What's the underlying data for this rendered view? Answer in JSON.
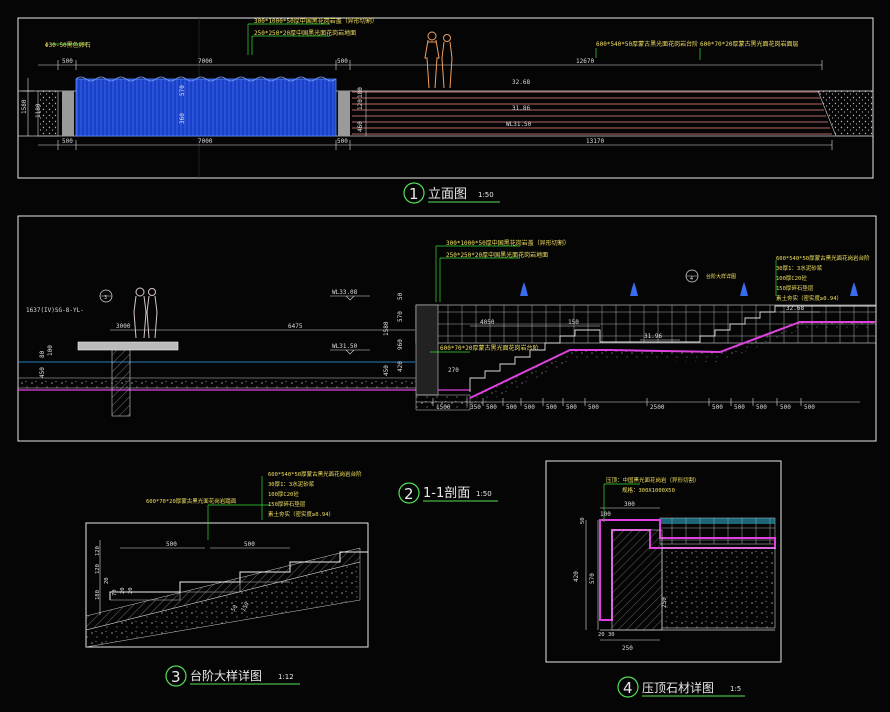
{
  "colors": {
    "background": "#050505",
    "frame": "#e8e8e8",
    "dim": "#d8d8d8",
    "note": "#f0e060",
    "leader": "#33dd33",
    "water": "#1d4bd6",
    "stair": "#e040e0",
    "pink": "#e88",
    "grid": "#c8c8c8",
    "cyan": "#38c8e8",
    "title_circle": "#55e055"
  },
  "elevation": {
    "title_num": "1",
    "title_text": "立面图",
    "title_scale": "1:50",
    "top_label_left": "Φ30-50黑色卵石",
    "note_a": "300*1000*50厚中国黑花岗岩盖（异形切割）",
    "note_b": "250*250*20厚中国黑光面花岗岩地面",
    "note_c": "600*540*50厚蒙古黑光面花岗岩台阶",
    "note_d": "600*70*20厚蒙古黑光面花岗岩面层",
    "dim_top": [
      "500",
      "7000",
      "500",
      "12670"
    ],
    "dim_bottom": [
      "500",
      "7000",
      "500",
      "13170"
    ],
    "level_a": "32.68",
    "level_b": "31.86",
    "level_c": "WL31.50",
    "side_dims": [
      "1580",
      "1180",
      "570",
      "360",
      "120",
      "180",
      "460"
    ]
  },
  "section": {
    "title_num": "2",
    "title_text": "1-1剖面",
    "title_scale": "1:50",
    "note_a": "300*1000*50厚中国黑花岗岩盖（异形切割）",
    "note_b": "250*250*20厚中国黑光面花岗岩地面",
    "note_c": "600*70*20厚蒙古黑光面花岗岩台阶",
    "left_tag": "1637(IV)SG-8-YL-",
    "callout_ref": "3",
    "callout_ref2": "4",
    "callout_tag": "台阶大样详图",
    "layers": [
      "600*540*50厚蒙古黑光面花岗岩台阶",
      "30厚1：3水泥砂浆",
      "100厚C20砼",
      "150厚碎石垫层",
      "素土夯实（密实度≥0.94）"
    ],
    "dims_bottom": [
      "1500",
      "350",
      "500",
      "500",
      "500",
      "500",
      "500",
      "500",
      "2500",
      "500",
      "500",
      "500",
      "500",
      "500"
    ],
    "dim_3000": "3000",
    "dim_6475": "6475",
    "dim_4050": "4050",
    "dim_150": "150",
    "level_wl3308": "WL33.08",
    "level_wl3150": "WL31.50",
    "level_3196": "31.96",
    "level_3268": "32.68",
    "level_270": "270",
    "side_dims": [
      "50",
      "570",
      "1580",
      "960",
      "420",
      "450",
      "80",
      "100",
      "450"
    ]
  },
  "stair_detail": {
    "title_num": "3",
    "title_text": "台阶大样详图",
    "title_scale": "1:12",
    "note_top": "600*70*20厚蒙古黑光面花岗岩踏面",
    "layers": [
      "600*540*50厚蒙古黑光面花岗岩台阶",
      "30厚1：3水泥砂浆",
      "100厚C20砼",
      "150厚碎石垫层",
      "素土夯实（密实度≥0.94）"
    ],
    "dims": [
      "500",
      "500",
      "120",
      "120",
      "180",
      "20",
      "70",
      "20",
      "20",
      "50",
      "150"
    ]
  },
  "coping_detail": {
    "title_num": "4",
    "title_text": "压顶石材详图",
    "title_scale": "1:5",
    "note_a": "压顶：中国黑光面花岗岩（异形切割）",
    "note_b": "规格：300X1000X50",
    "dims": [
      "100",
      "300",
      "50",
      "420",
      "570",
      "250",
      "20",
      "30",
      "250"
    ]
  }
}
